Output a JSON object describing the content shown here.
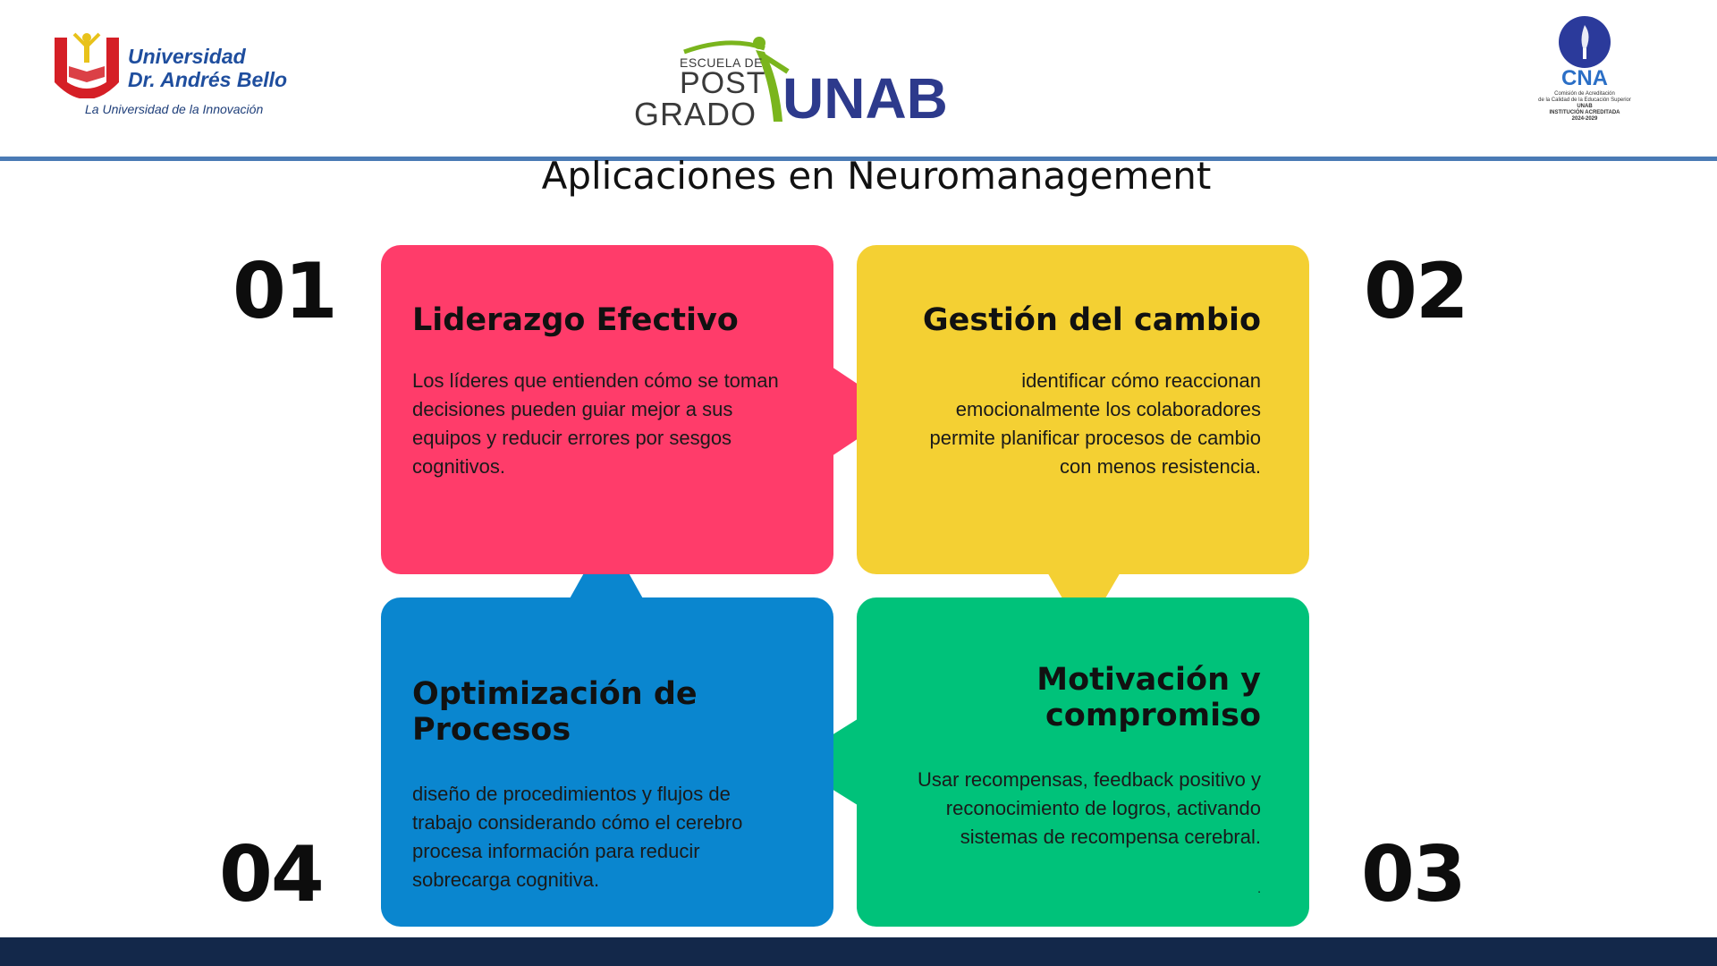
{
  "header": {
    "left_logo": {
      "name_line1": "Universidad",
      "name_line2": "Dr. Andrés Bello",
      "tagline": "La Universidad de la Innovación"
    },
    "center_logo": {
      "escuela": "ESCUELA DE",
      "post": "POST",
      "grado": "GRADO",
      "unab": "UNAB"
    },
    "right_logo": {
      "acronym": "CNA",
      "line1": "Comisión de Acreditación",
      "line2": "de la Calidad de la Educación Superior",
      "line3": "UNAB",
      "line4": "INSTITUCIÓN ACREDITADA",
      "line5": "2024-2029"
    }
  },
  "title": "Aplicaciones en Neuromanagement",
  "numbers": {
    "n1": "01",
    "n2": "02",
    "n3": "03",
    "n4": "04"
  },
  "cards": {
    "liderazgo": {
      "heading": "Liderazgo Efectivo",
      "body": "Los líderes que entienden cómo se toman decisiones pueden guiar mejor a sus equipos y reducir errores por sesgos cognitivos.",
      "color": "#ff3c6a"
    },
    "gestion": {
      "heading": "Gestión del cambio",
      "body": "identificar cómo reaccionan emocionalmente los colaboradores permite planificar procesos de cambio con menos resistencia.",
      "color": "#f4d033"
    },
    "motivacion": {
      "heading_line1": "Motivación y",
      "heading_line2": "compromiso",
      "body": "Usar recompensas, feedback positivo y reconocimiento de logros, activando sistemas de recompensa cerebral.",
      "trailing": ".",
      "color": "#00c27a"
    },
    "optimizacion": {
      "heading_line1": "Optimización de",
      "heading_line2": "Procesos",
      "body": "diseño de procedimientos y flujos de trabajo considerando cómo el cerebro procesa información para reducir sobrecarga cognitiva.",
      "color": "#0a86cf"
    }
  },
  "colors": {
    "header_rule": "#4a7ab5",
    "footer": "#13284a"
  }
}
